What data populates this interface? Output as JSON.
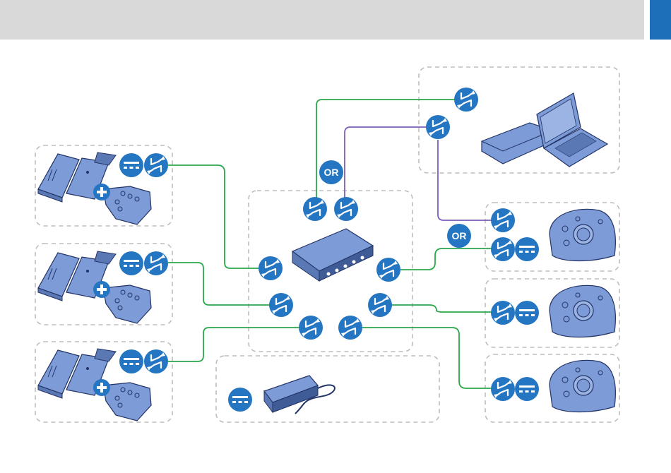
{
  "header": {
    "accent_color": "#1c6fb8",
    "bar_color": "#d9d9d9"
  },
  "labels": {
    "or_top": "OR",
    "or_right": "OR"
  },
  "colors": {
    "digital_link": "#2aa84a",
    "usb_link": "#7a5fb8",
    "icon_fill": "#2476c2",
    "device_fill": "#7d9bd6",
    "group_border": "#bdbdbd"
  },
  "groups": [
    {
      "id": "pc-group",
      "icons": [
        "data-link-icon",
        "laptop-icon",
        "desktop-pc-icon"
      ]
    },
    {
      "id": "hub-group",
      "icons": [
        "hub-icon",
        "data-link-icon"
      ]
    },
    {
      "id": "power-group",
      "icons": [
        "power-symbol-icon",
        "power-adapter-icon"
      ]
    },
    {
      "id": "foot-pedal-groups",
      "count": 3,
      "icons": [
        "foot-pedal-icon",
        "hand-control-icon",
        "plus-icon",
        "power-symbol-icon",
        "data-link-icon"
      ]
    },
    {
      "id": "control-unit-groups",
      "count": 3,
      "icons": [
        "control-unit-icon",
        "data-link-icon",
        "power-symbol-icon"
      ]
    }
  ]
}
